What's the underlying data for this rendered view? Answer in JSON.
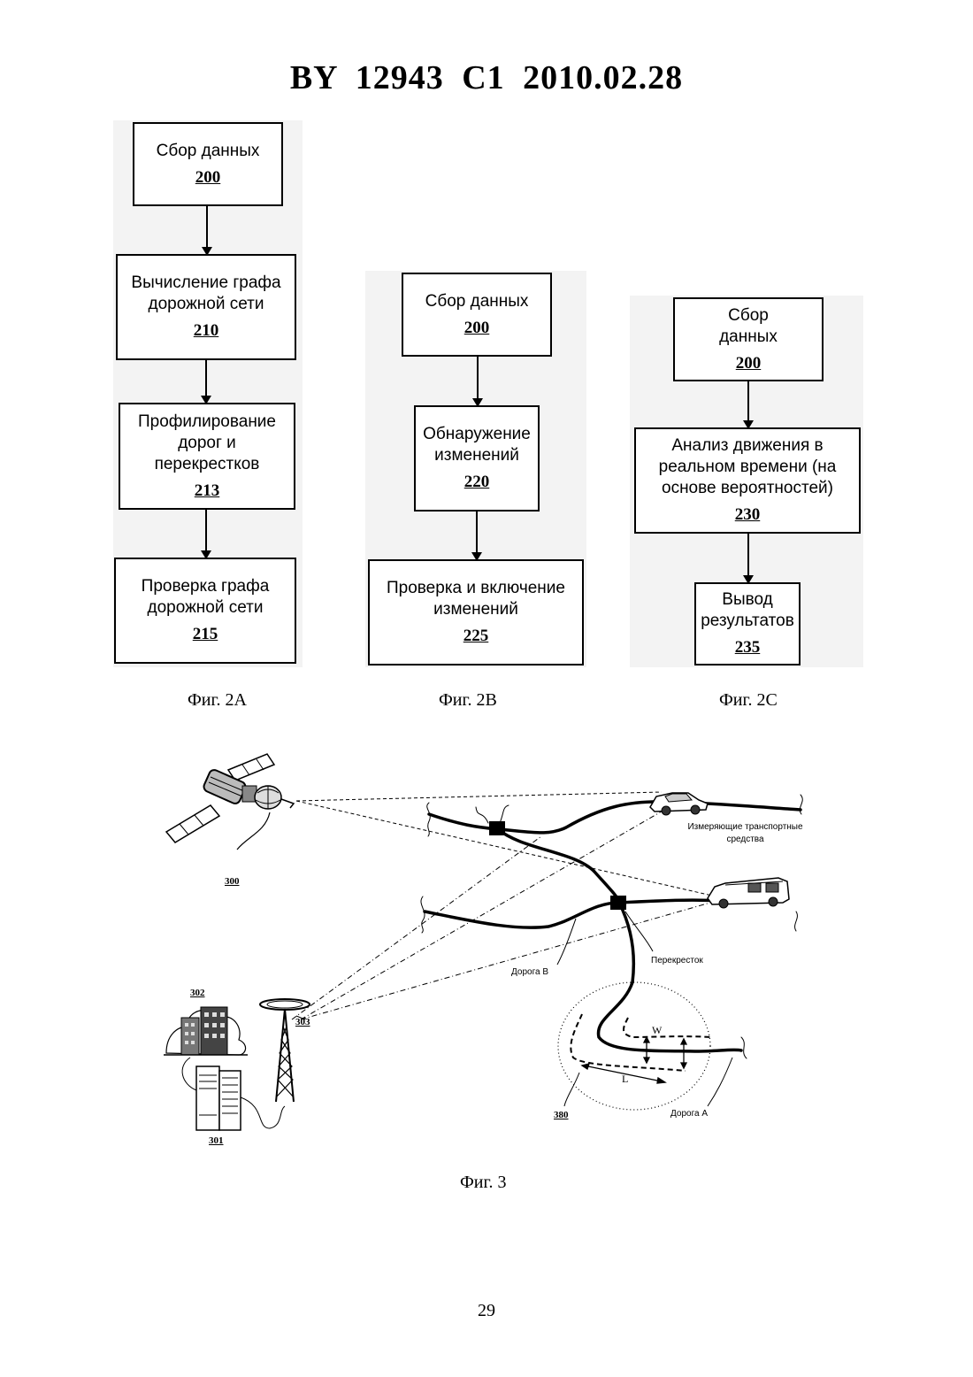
{
  "header": {
    "title": "BY 12943 C1 2010.02.28"
  },
  "fig2a": {
    "boxes": [
      {
        "text": "Сбор данных",
        "num": "200"
      },
      {
        "text": "Вычисление графа дорожной сети",
        "num": "210"
      },
      {
        "text": "Профилирование дорог и перекрестков",
        "num": "213"
      },
      {
        "text": "Проверка графа дорожной сети",
        "num": "215"
      }
    ],
    "caption": "Фиг. 2А"
  },
  "fig2b": {
    "boxes": [
      {
        "text": "Сбор данных",
        "num": "200"
      },
      {
        "text": "Обнаружение изменений",
        "num": "220"
      },
      {
        "text": "Проверка и включение изменений",
        "num": "225"
      }
    ],
    "caption": "Фиг. 2В"
  },
  "fig2c": {
    "boxes": [
      {
        "text": "Сбор данных",
        "num": "200"
      },
      {
        "text": "Анализ движения в реальном времени (на основе вероятностей)",
        "num": "230"
      },
      {
        "text": "Вывод результатов",
        "num": "235"
      }
    ],
    "caption": "Фиг. 2С"
  },
  "fig3": {
    "labels": {
      "satellite_ref": "300",
      "building_ref": "302",
      "server_ref": "301",
      "tower_ref": "303",
      "zone_ref": "380",
      "vehicles": "Измеряющие транспортные средства",
      "intersection": "Перекресток",
      "road_b": "Дорога В",
      "road_a": "Дорога А",
      "w": "W",
      "l": "L"
    },
    "caption": "Фиг. 3"
  },
  "page_number": "29"
}
